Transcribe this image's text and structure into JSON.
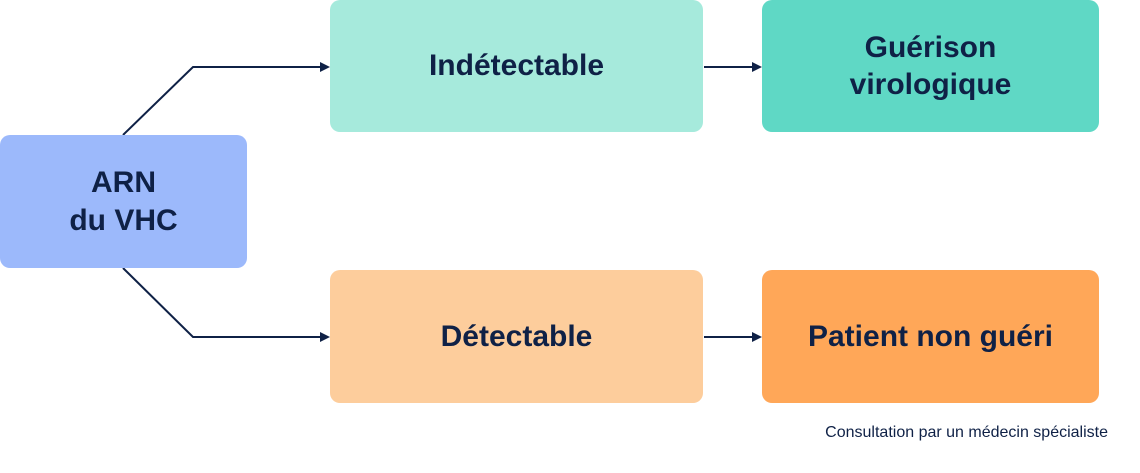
{
  "nodes": {
    "arn": {
      "lines": [
        "ARN",
        "du VHC"
      ],
      "color": "#9cb9fb"
    },
    "indetectable": {
      "label": "Indétectable",
      "color": "#a6eadc"
    },
    "guerison": {
      "lines": [
        "Guérison",
        "virologique"
      ],
      "color": "#5fd8c5"
    },
    "detectable": {
      "label": "Détectable",
      "color": "#fdcd9c"
    },
    "non_gueri": {
      "label": "Patient non guéri",
      "color": "#ffa758"
    }
  },
  "footnote": "Consultation par un médecin spécialiste",
  "colors": {
    "text": "#0f2146",
    "connector": "#0f2146"
  }
}
